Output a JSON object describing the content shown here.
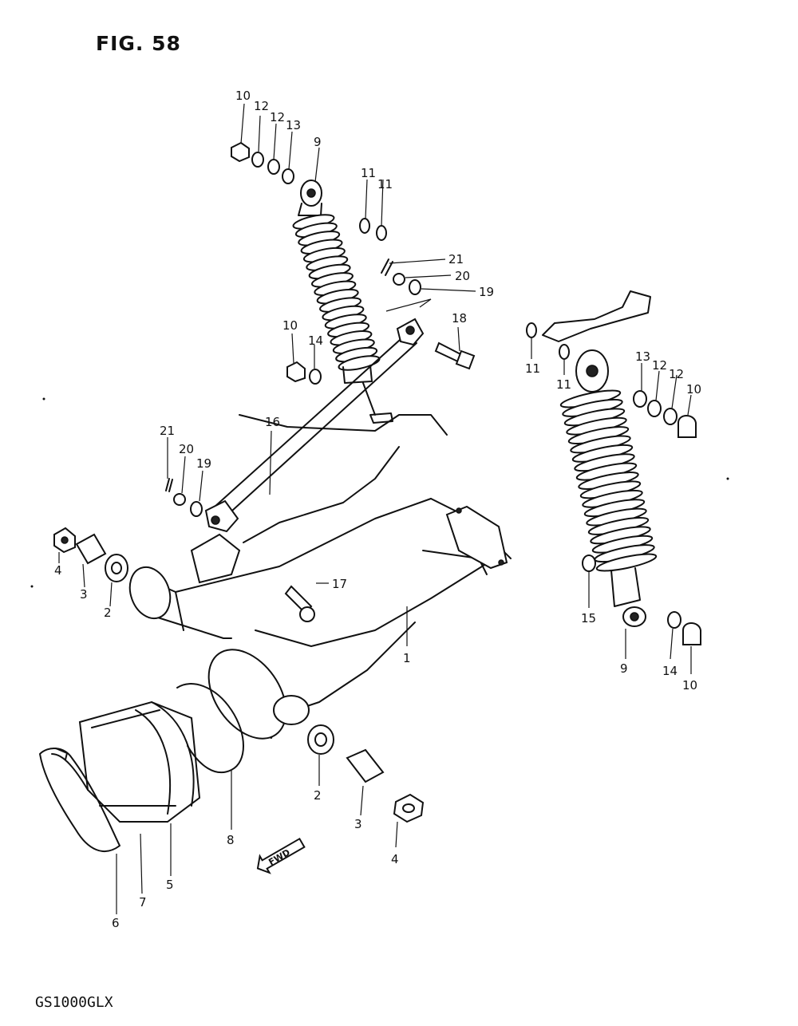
{
  "figure": {
    "title": "FIG. 58",
    "model": "GS1000GLX",
    "direction_badge": "FWD"
  },
  "callouts": [
    "1",
    "2",
    "2",
    "3",
    "3",
    "4",
    "4",
    "5",
    "6",
    "7",
    "8",
    "9",
    "9",
    "10",
    "10",
    "10",
    "10",
    "11",
    "11",
    "11",
    "11",
    "12",
    "12",
    "12",
    "12",
    "13",
    "13",
    "14",
    "14",
    "15",
    "16",
    "17",
    "18",
    "19",
    "19",
    "20",
    "20",
    "21",
    "21"
  ],
  "colors": {
    "ink": "#111111",
    "paper": "#ffffff"
  }
}
